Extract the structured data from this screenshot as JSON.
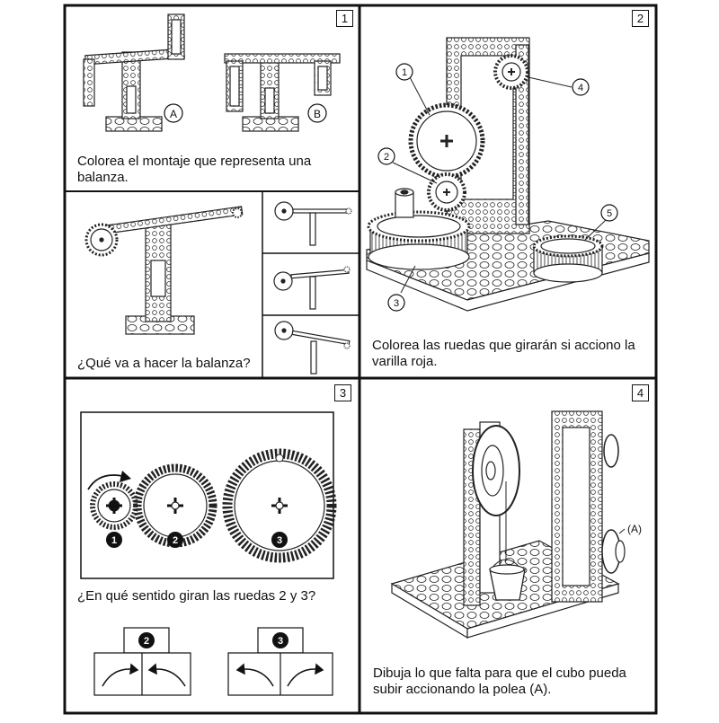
{
  "panels": [
    {
      "number": "1",
      "labels": [
        "A",
        "B"
      ],
      "instruction": "Colorea el montaje que representa una balanza.",
      "question": "¿Qué va a hacer la balanza?"
    },
    {
      "number": "2",
      "callouts": [
        "1",
        "2",
        "3",
        "4",
        "5"
      ],
      "instruction": "Colorea las ruedas que girarán si acciono la varilla roja."
    },
    {
      "number": "3",
      "gear_labels": [
        "1",
        "2",
        "3"
      ],
      "question": "¿En qué sentido giran las ruedas 2 y 3?",
      "answer_boxes": [
        "2",
        "3"
      ]
    },
    {
      "number": "4",
      "pulley_label": "(A)",
      "instruction": "Dibuja lo que falta para que el cubo pueda subir accionando la polea (A)."
    }
  ]
}
